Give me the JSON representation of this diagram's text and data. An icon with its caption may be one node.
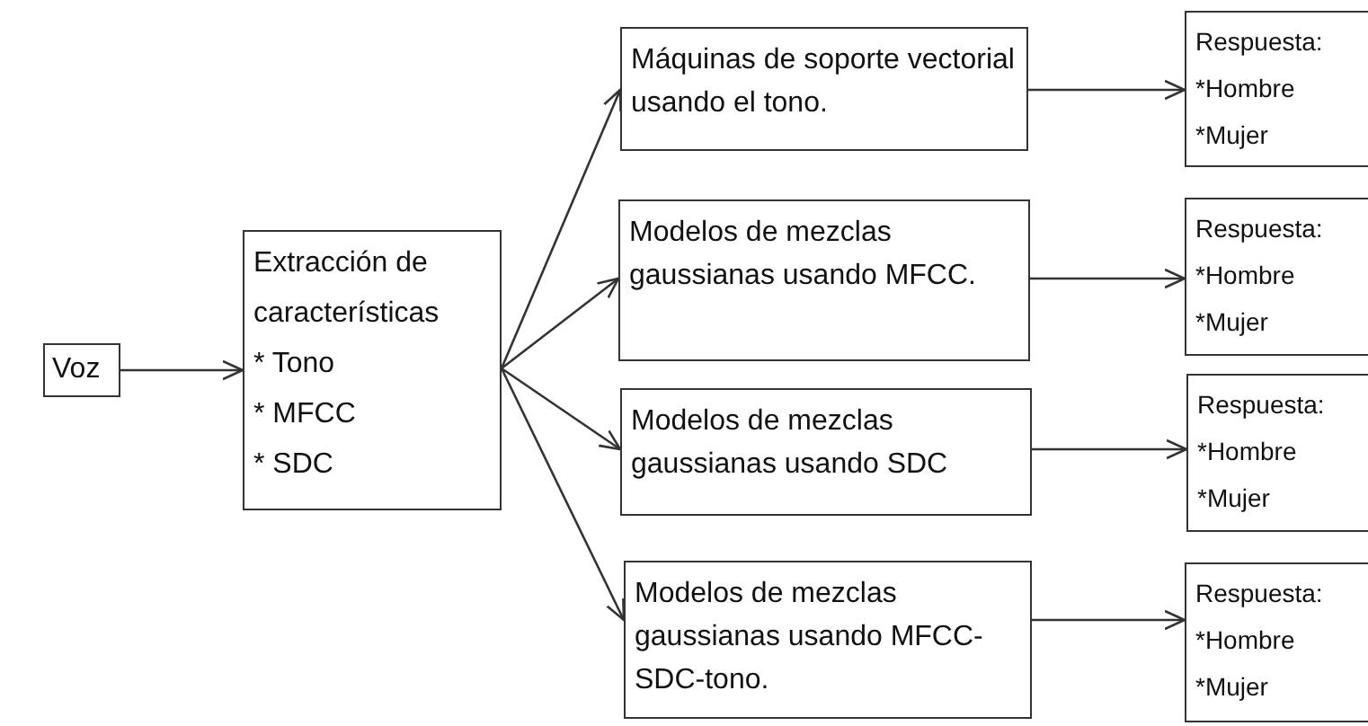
{
  "diagram": {
    "nodes": [
      {
        "text": [
          "Voz"
        ]
      },
      {
        "text": [
          "Extracción de características",
          "* Tono",
          "* MFCC",
          "* SDC"
        ]
      },
      {
        "text": [
          "Máquinas de soporte vectorial usando el tono."
        ]
      },
      {
        "text": [
          "Modelos de mezclas gaussianas usando MFCC."
        ]
      },
      {
        "text": [
          "Modelos de mezclas gaussianas usando SDC"
        ]
      },
      {
        "text": [
          "Modelos de mezclas gaussianas usando MFCC-SDC-tono."
        ]
      },
      {
        "text": [
          "Respuesta:",
          "*Hombre",
          "*Mujer"
        ]
      },
      {
        "text": [
          "Respuesta:",
          "*Hombre",
          "*Mujer"
        ]
      },
      {
        "text": [
          "Respuesta:",
          "*Hombre",
          "*Mujer"
        ]
      },
      {
        "text": [
          "Respuesta:",
          "*Hombre",
          "*Mujer"
        ]
      }
    ],
    "edges": [
      {
        "from": 0,
        "to": 1,
        "arrow": "to"
      },
      {
        "from": 1,
        "to": 2,
        "arrow": "to"
      },
      {
        "from": 1,
        "to": 3,
        "arrow": "to"
      },
      {
        "from": 1,
        "to": 4,
        "arrow": "to"
      },
      {
        "from": 1,
        "to": 5,
        "arrow": "to"
      },
      {
        "from": 2,
        "to": 6,
        "arrow": "to"
      },
      {
        "from": 3,
        "to": 7,
        "arrow": "to"
      },
      {
        "from": 4,
        "to": 8,
        "arrow": "to"
      },
      {
        "from": 5,
        "to": 9,
        "arrow": "to"
      }
    ]
  }
}
